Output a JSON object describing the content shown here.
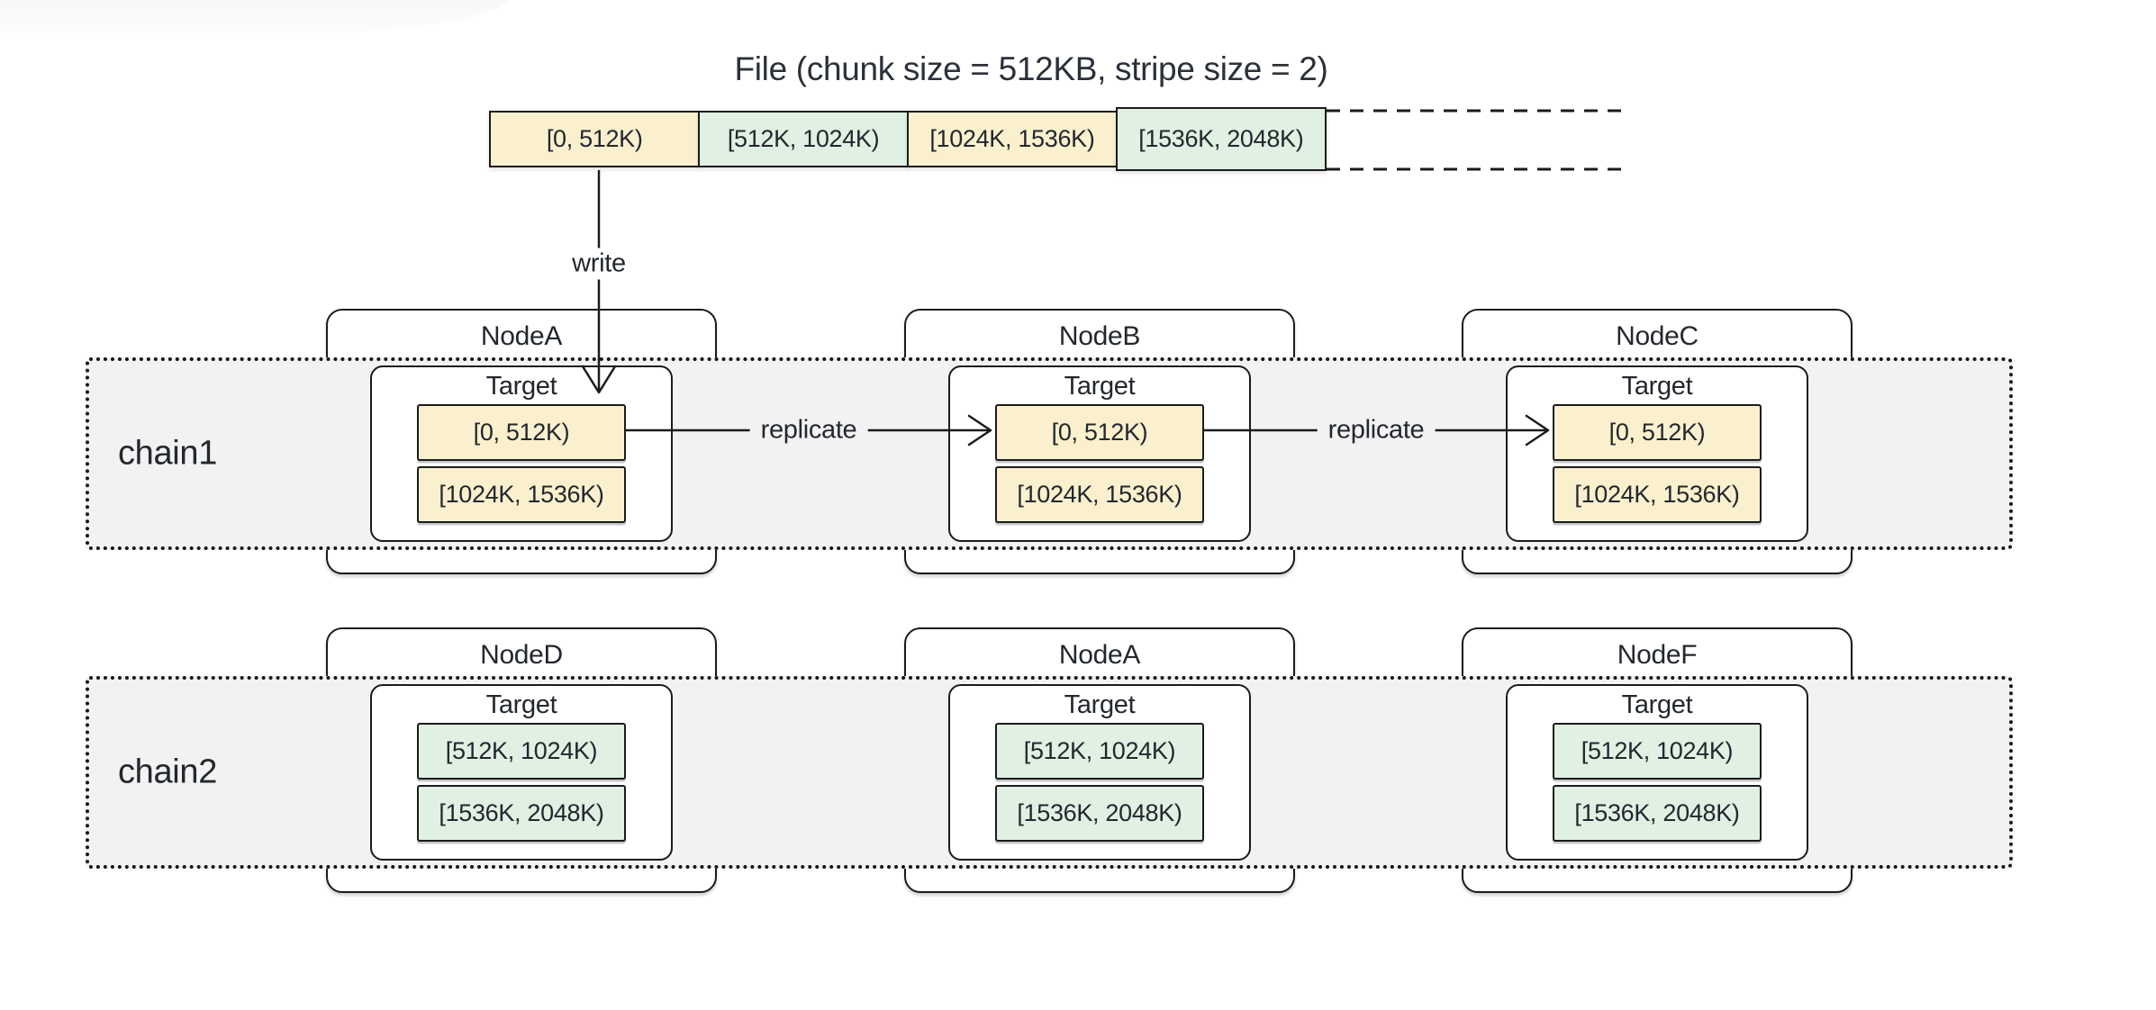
{
  "title": "File (chunk size = 512KB, stripe size = 2)",
  "file": {
    "chunks": [
      {
        "range": "[0, 512K)"
      },
      {
        "range": "[512K, 1024K)"
      },
      {
        "range": "[1024K, 1536K)"
      },
      {
        "range": "[1536K, 2048K)"
      }
    ]
  },
  "labels": {
    "write": "write",
    "replicate": "replicate",
    "target": "Target"
  },
  "chains": [
    {
      "name": "chain1",
      "nodes": [
        {
          "name": "NodeA",
          "chunks": [
            "[0, 512K)",
            "[1024K, 1536K)"
          ]
        },
        {
          "name": "NodeB",
          "chunks": [
            "[0, 512K)",
            "[1024K, 1536K)"
          ]
        },
        {
          "name": "NodeC",
          "chunks": [
            "[0, 512K)",
            "[1024K, 1536K)"
          ]
        }
      ]
    },
    {
      "name": "chain2",
      "nodes": [
        {
          "name": "NodeD",
          "chunks": [
            "[512K, 1024K)",
            "[1536K, 2048K)"
          ]
        },
        {
          "name": "NodeA",
          "chunks": [
            "[512K, 1024K)",
            "[1536K, 2048K)"
          ]
        },
        {
          "name": "NodeF",
          "chunks": [
            "[512K, 1024K)",
            "[1536K, 2048K)"
          ]
        }
      ]
    }
  ],
  "colors": {
    "chunk_cream": "#faf0ce",
    "chunk_green": "#e0f0e2",
    "chain_background": "#f2f2f2",
    "stroke": "#1b1b1b",
    "text": "#23272e"
  }
}
